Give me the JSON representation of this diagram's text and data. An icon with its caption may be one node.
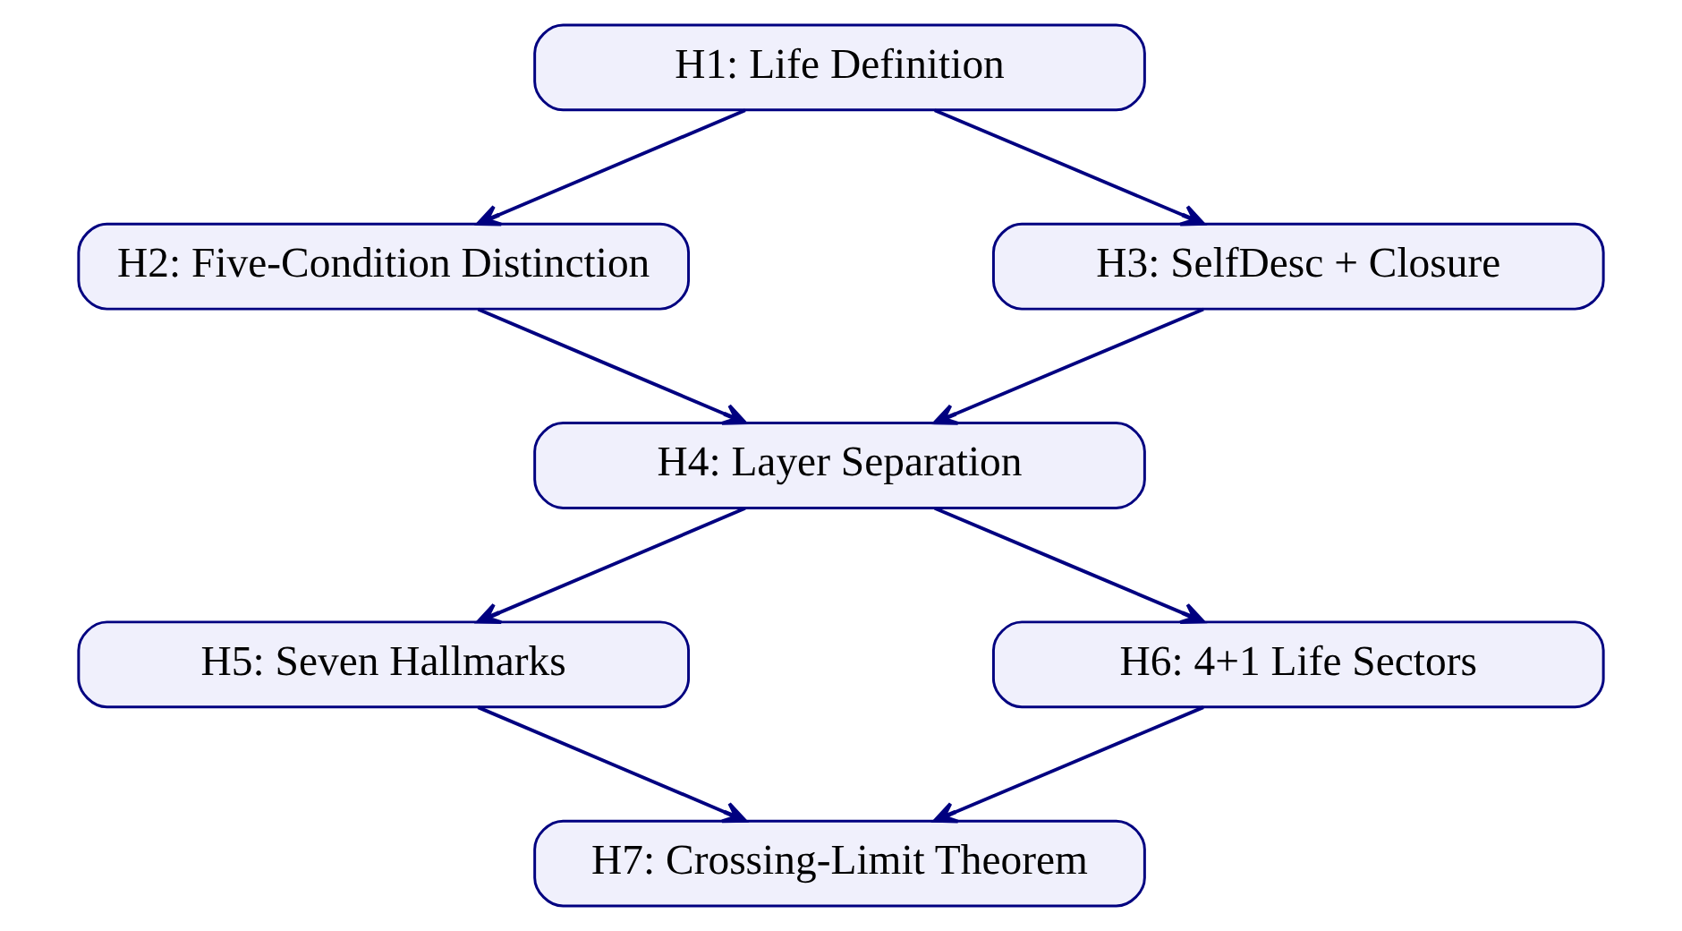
{
  "diagram": {
    "nodes": [
      {
        "text": [
          "H1: Life Definition"
        ]
      },
      {
        "text": [
          "H2: Five-Condition Distinction"
        ]
      },
      {
        "text": [
          "H3: SelfDesc + Closure"
        ]
      },
      {
        "text": [
          "H4: Layer Separation"
        ]
      },
      {
        "text": [
          "H5: Seven Hallmarks"
        ]
      },
      {
        "text": [
          "H6: 4+1 Life Sectors"
        ]
      },
      {
        "text": [
          "H7: Crossing-Limit Theorem"
        ]
      }
    ],
    "edges": [
      {
        "from": 0,
        "to": 1,
        "arrow": "to"
      },
      {
        "from": 0,
        "to": 2,
        "arrow": "to"
      },
      {
        "from": 1,
        "to": 3,
        "arrow": "to"
      },
      {
        "from": 2,
        "to": 3,
        "arrow": "to"
      },
      {
        "from": 3,
        "to": 4,
        "arrow": "to"
      },
      {
        "from": 3,
        "to": 5,
        "arrow": "to"
      },
      {
        "from": 4,
        "to": 6,
        "arrow": "to"
      },
      {
        "from": 5,
        "to": 6,
        "arrow": "to"
      }
    ]
  }
}
